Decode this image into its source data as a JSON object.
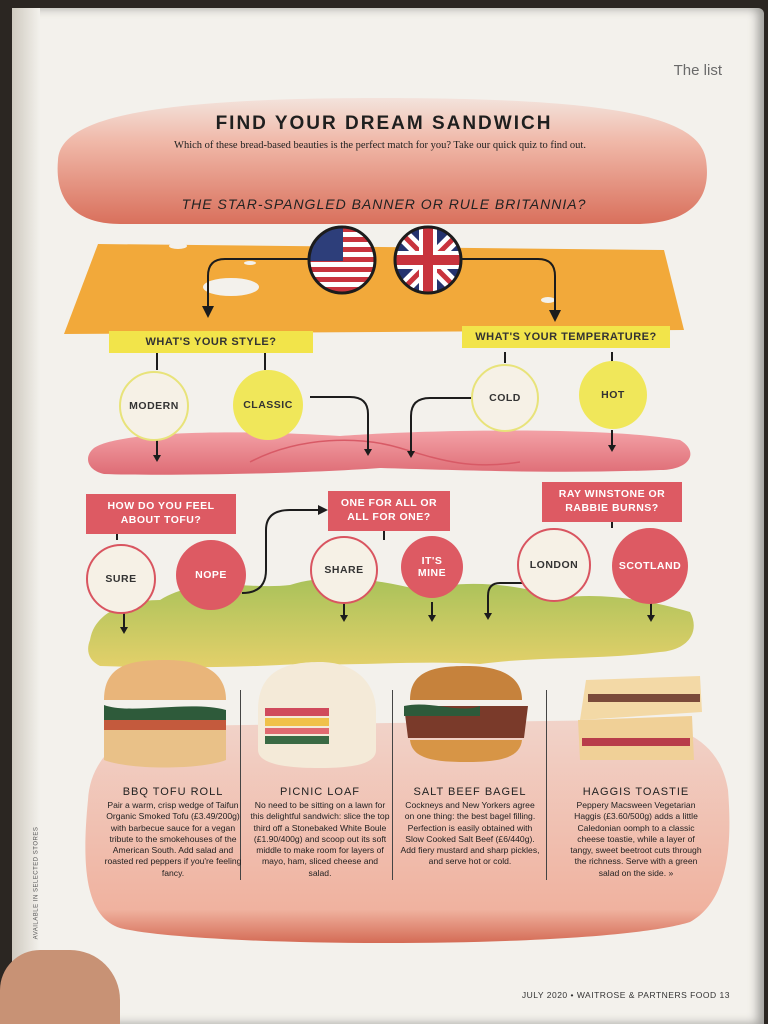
{
  "section_label": "The list",
  "title": "FIND YOUR DREAM SANDWICH",
  "subtitle": "Which of these bread-based beauties is the perfect match for you? Take our quick quiz to find out.",
  "question": "THE STAR-SPANGLED BANNER OR RULE BRITANNIA?",
  "flags": {
    "us": "us-flag-icon",
    "uk": "uk-flag-icon"
  },
  "q_style": "WHAT'S YOUR STYLE?",
  "q_temp": "WHAT'S YOUR TEMPERATURE?",
  "opt_modern": "MODERN",
  "opt_classic": "CLASSIC",
  "opt_cold": "COLD",
  "opt_hot": "HOT",
  "q_tofu": "HOW DO YOU FEEL ABOUT TOFU?",
  "q_share": "ONE FOR ALL OR ALL FOR ONE?",
  "q_ray": "RAY WINSTONE OR RABBIE BURNS?",
  "opt_sure": "SURE",
  "opt_nope": "NOPE",
  "opt_share": "SHARE",
  "opt_mine": "IT'S MINE",
  "opt_london": "LONDON",
  "opt_scotland": "SCOTLAND",
  "products": [
    {
      "name": "BBQ TOFU ROLL",
      "desc": "Pair a warm, crisp wedge of Taifun Organic Smoked Tofu (£3.49/200g) with barbecue sauce for a vegan tribute to the smokehouses of the American South. Add salad and roasted red peppers if you're feeling fancy."
    },
    {
      "name": "PICNIC LOAF",
      "desc": "No need to be sitting on a lawn for this delightful sandwich: slice the top third off a Stonebaked White Boule (£1.90/400g) and scoop out its soft middle to make room for layers of mayo, ham, sliced cheese and salad."
    },
    {
      "name": "SALT BEEF BAGEL",
      "desc": "Cockneys and New Yorkers agree on one thing: the best bagel filling. Perfection is easily obtained with Slow Cooked Salt Beef (£6/440g). Add fiery mustard and sharp pickles, and serve hot or cold."
    },
    {
      "name": "HAGGIS TOASTIE",
      "desc": "Peppery Macsween Vegetarian Haggis (£3.60/500g) adds a little Caledonian oomph to a classic cheese toastie, while a layer of tangy, sweet beetroot cuts through the richness. Serve with a green salad on the side. »"
    }
  ],
  "footer": "JULY 2020 • WAITROSE & PARTNERS FOOD 13",
  "margin_text": "AVAILABLE IN SELECTED STORES",
  "colors": {
    "bread": "#e79a86",
    "cheese": "#f2a93a",
    "ham": "#e8828b",
    "lettuce": "#c8cc6a",
    "banner_yellow": "#f2e44a",
    "box_red": "#dd5a63"
  }
}
